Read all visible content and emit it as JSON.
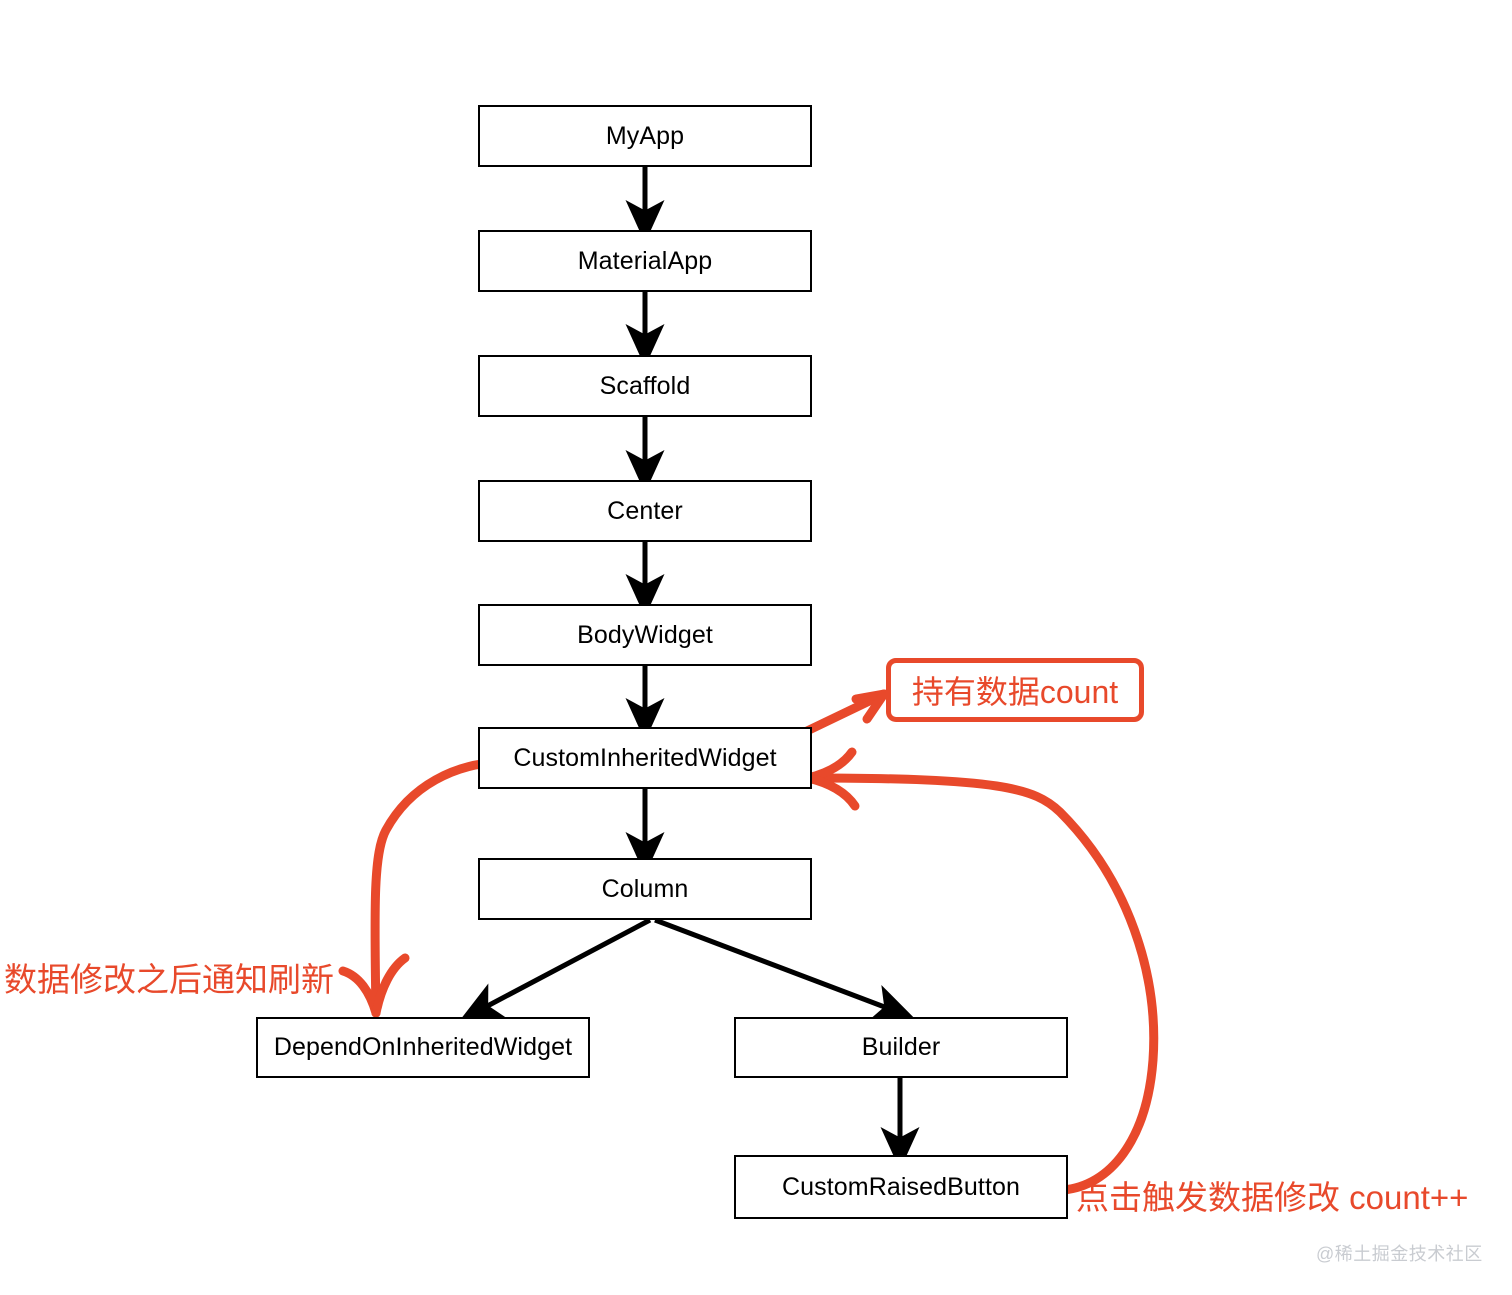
{
  "diagram": {
    "title": "Flutter InheritedWidget widget tree",
    "colors": {
      "node_border": "#000000",
      "node_text": "#000000",
      "edge": "#000000",
      "annotation": "#E8492B",
      "background": "#ffffff",
      "watermark": "#c9ccd1"
    },
    "nodes": [
      {
        "id": "myapp",
        "label": "MyApp"
      },
      {
        "id": "materialapp",
        "label": "MaterialApp"
      },
      {
        "id": "scaffold",
        "label": "Scaffold"
      },
      {
        "id": "center",
        "label": "Center"
      },
      {
        "id": "bodywidget",
        "label": "BodyWidget"
      },
      {
        "id": "custominheritedwidget",
        "label": "CustomInheritedWidget"
      },
      {
        "id": "column",
        "label": "Column"
      },
      {
        "id": "dependoninheritedwidget",
        "label": "DependOnInheritedWidget"
      },
      {
        "id": "builder",
        "label": "Builder"
      },
      {
        "id": "customraisedbutton",
        "label": "CustomRaisedButton"
      }
    ],
    "edges": [
      {
        "from": "myapp",
        "to": "materialapp"
      },
      {
        "from": "materialapp",
        "to": "scaffold"
      },
      {
        "from": "scaffold",
        "to": "center"
      },
      {
        "from": "center",
        "to": "bodywidget"
      },
      {
        "from": "bodywidget",
        "to": "custominheritedwidget"
      },
      {
        "from": "custominheritedwidget",
        "to": "column"
      },
      {
        "from": "column",
        "to": "dependoninheritedwidget"
      },
      {
        "from": "column",
        "to": "builder"
      },
      {
        "from": "builder",
        "to": "customraisedbutton"
      }
    ],
    "annotations": {
      "holds_data": "持有数据count",
      "notify_refresh": "数据修改之后通知刷新",
      "click_trigger": "点击触发数据修改 count++"
    },
    "watermark": "@稀土掘金技术社区"
  }
}
